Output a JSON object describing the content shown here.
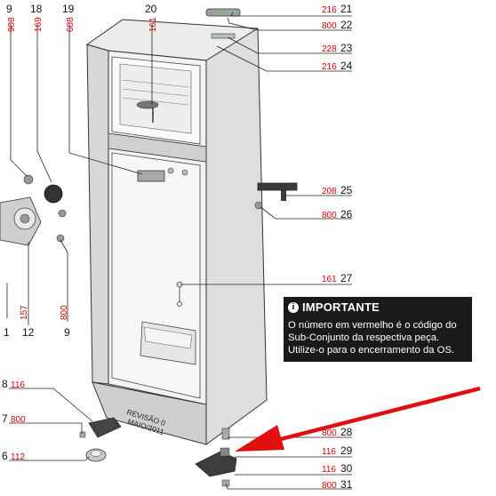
{
  "notice": {
    "title": "IMPORTANTE",
    "line1": "O número em vermelho é o código do",
    "line2": "Sub-Conjunto da respectiva peça.",
    "line3": "Utilize-o para o encerramento da OS."
  },
  "revision": {
    "line1": "REVISÃO 0",
    "line2": "MAIO/2011"
  },
  "top_callouts": [
    {
      "num": "9",
      "code": "908"
    },
    {
      "num": "18",
      "code": "169"
    },
    {
      "num": "19",
      "code": "608"
    },
    {
      "num": "20",
      "code": "161"
    }
  ],
  "right_callouts": [
    {
      "num": "21",
      "code": "216"
    },
    {
      "num": "22",
      "code": "800"
    },
    {
      "num": "23",
      "code": "228"
    },
    {
      "num": "24",
      "code": "216"
    },
    {
      "num": "25",
      "code": "208"
    },
    {
      "num": "26",
      "code": "800"
    },
    {
      "num": "27",
      "code": "161"
    },
    {
      "num": "28",
      "code": "800"
    },
    {
      "num": "29",
      "code": "116"
    },
    {
      "num": "30",
      "code": "116"
    },
    {
      "num": "31",
      "code": "800"
    }
  ],
  "left_bottom_callouts": [
    {
      "num": "1",
      "code": ""
    },
    {
      "num": "12",
      "code": "157"
    },
    {
      "num": "9",
      "code": "800"
    }
  ],
  "left_callouts": [
    {
      "num": "8",
      "code": "116"
    },
    {
      "num": "7",
      "code": "800"
    },
    {
      "num": "6",
      "code": "112"
    }
  ],
  "colors": {
    "code_red": "#d40000",
    "arrow_red": "#e01010",
    "notice_bg": "#1a1a1a"
  }
}
